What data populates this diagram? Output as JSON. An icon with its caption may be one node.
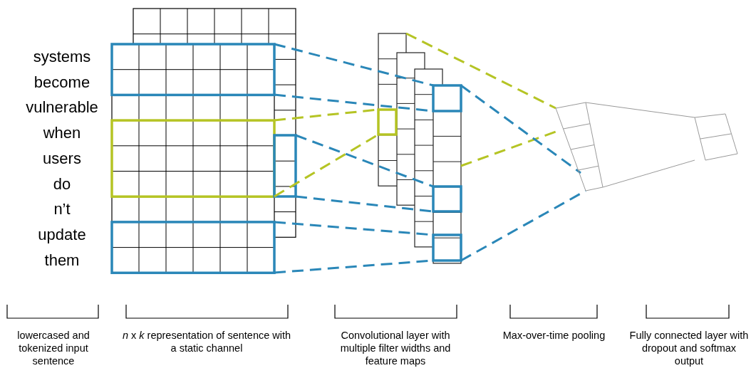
{
  "diagram": {
    "labels": [
      "systems",
      "become",
      "vulnerable",
      "when",
      "users",
      "do",
      "n’t",
      "update",
      "them",
      "lowercased and tokenized input sentence",
      "*n* x *k* representation of sentence with a static channel",
      "Convolutional layer with multiple filter widths and feature maps",
      "Max-over-time pooling",
      "Fully connected layer with dropout and softmax output"
    ]
  }
}
